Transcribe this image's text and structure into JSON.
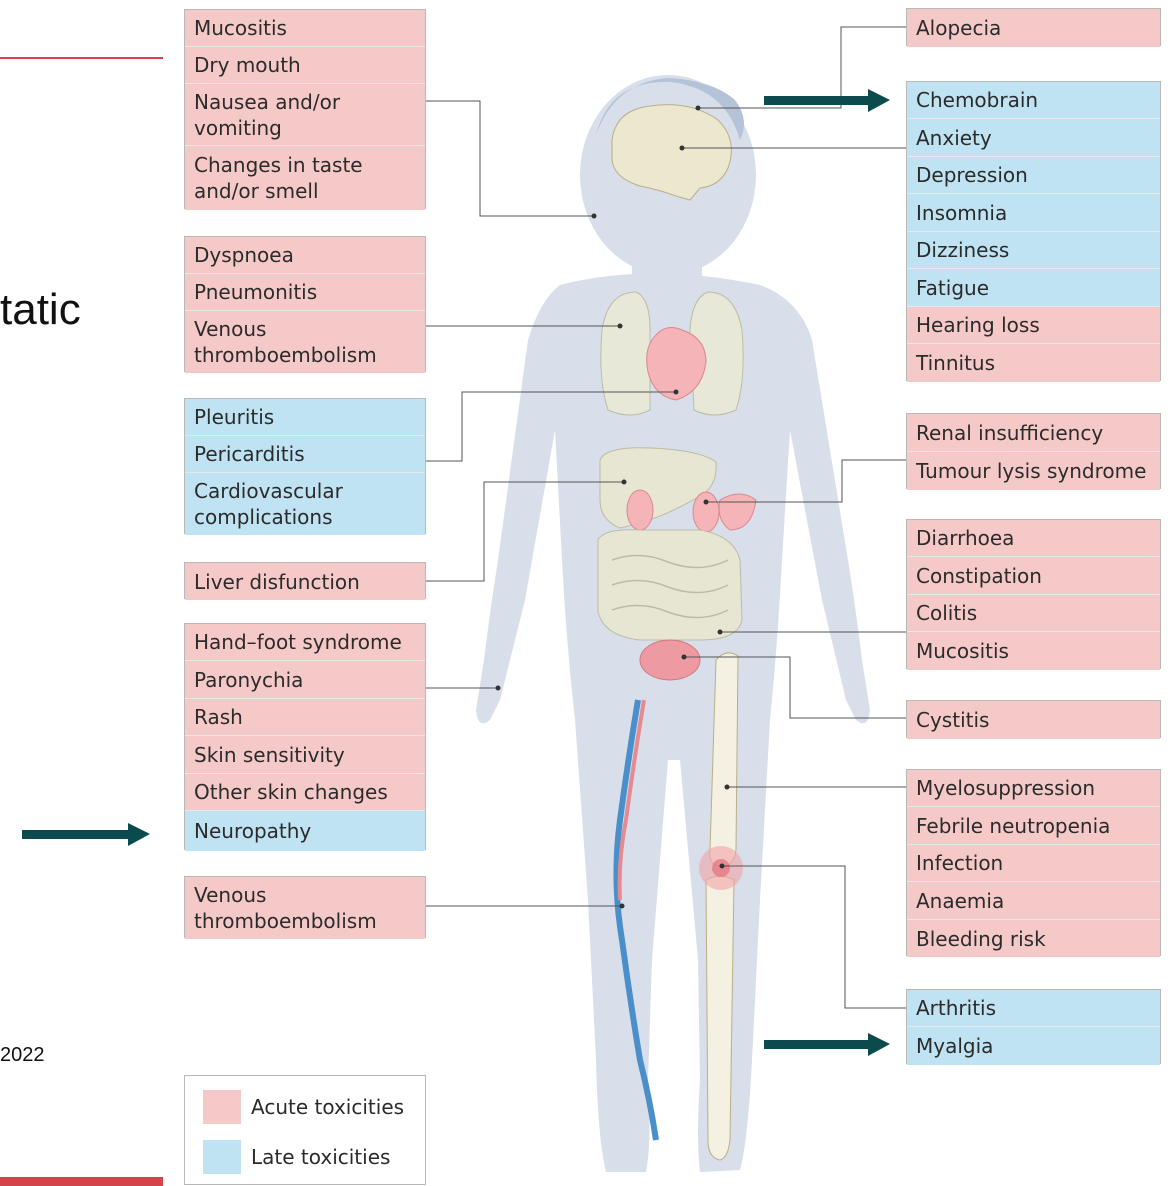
{
  "slide": {
    "partial_title": "tatic",
    "partial_year": "2022"
  },
  "colors": {
    "acute": "#f6c9c9",
    "late": "#bfe3f3",
    "arrow": "#0b4a4d",
    "accent_line": "#d0454c",
    "body": "#d8dfeb",
    "connector": "#555555"
  },
  "left_boxes": [
    {
      "rows": [
        {
          "text": "Mucositis",
          "kind": "acute"
        },
        {
          "text": "Dry mouth",
          "kind": "acute"
        },
        {
          "text": "Nausea and/or vomiting",
          "kind": "acute"
        },
        {
          "text": "Changes in taste and/or smell",
          "kind": "acute"
        }
      ]
    },
    {
      "rows": [
        {
          "text": "Dyspnoea",
          "kind": "acute"
        },
        {
          "text": "Pneumonitis",
          "kind": "acute"
        },
        {
          "text": "Venous thromboembolism",
          "kind": "acute"
        }
      ]
    },
    {
      "rows": [
        {
          "text": "Pleuritis",
          "kind": "late"
        },
        {
          "text": "Pericarditis",
          "kind": "late"
        },
        {
          "text": "Cardiovascular complications",
          "kind": "late"
        }
      ]
    },
    {
      "rows": [
        {
          "text": "Liver disfunction",
          "kind": "acute"
        }
      ]
    },
    {
      "rows": [
        {
          "text": "Hand–foot syndrome",
          "kind": "acute"
        },
        {
          "text": "Paronychia",
          "kind": "acute"
        },
        {
          "text": "Rash",
          "kind": "acute"
        },
        {
          "text": "Skin sensitivity",
          "kind": "acute"
        },
        {
          "text": "Other skin changes",
          "kind": "acute"
        },
        {
          "text": "Neuropathy",
          "kind": "late"
        }
      ]
    },
    {
      "rows": [
        {
          "text": "Venous thromboembolism",
          "kind": "acute"
        }
      ]
    }
  ],
  "right_boxes": [
    {
      "rows": [
        {
          "text": "Alopecia",
          "kind": "acute"
        }
      ]
    },
    {
      "rows": [
        {
          "text": "Chemobrain",
          "kind": "late"
        },
        {
          "text": "Anxiety",
          "kind": "late"
        },
        {
          "text": "Depression",
          "kind": "late"
        },
        {
          "text": "Insomnia",
          "kind": "late"
        },
        {
          "text": "Dizziness",
          "kind": "late"
        },
        {
          "text": "Fatigue",
          "kind": "late"
        },
        {
          "text": "Hearing loss",
          "kind": "acute"
        },
        {
          "text": "Tinnitus",
          "kind": "acute"
        }
      ]
    },
    {
      "rows": [
        {
          "text": "Renal insufficiency",
          "kind": "acute"
        },
        {
          "text": "Tumour lysis syndrome",
          "kind": "acute"
        }
      ]
    },
    {
      "rows": [
        {
          "text": "Diarrhoea",
          "kind": "acute"
        },
        {
          "text": "Constipation",
          "kind": "acute"
        },
        {
          "text": "Colitis",
          "kind": "acute"
        },
        {
          "text": "Mucositis",
          "kind": "acute"
        }
      ]
    },
    {
      "rows": [
        {
          "text": "Cystitis",
          "kind": "acute"
        }
      ]
    },
    {
      "rows": [
        {
          "text": "Myelosuppression",
          "kind": "acute"
        },
        {
          "text": "Febrile neutropenia",
          "kind": "acute"
        },
        {
          "text": "Infection",
          "kind": "acute"
        },
        {
          "text": "Anaemia",
          "kind": "acute"
        },
        {
          "text": "Bleeding risk",
          "kind": "acute"
        }
      ]
    },
    {
      "rows": [
        {
          "text": "Arthritis",
          "kind": "late"
        },
        {
          "text": "Myalgia",
          "kind": "late"
        }
      ]
    }
  ],
  "legend": {
    "acute_label": "Acute toxicities",
    "late_label": "Late toxicities"
  }
}
